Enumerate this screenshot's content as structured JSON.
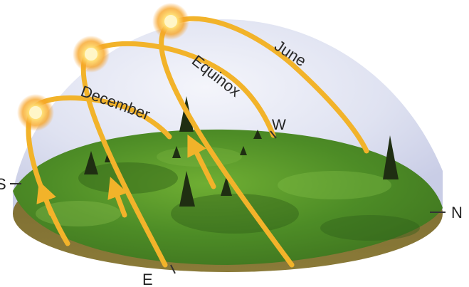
{
  "diagram": {
    "paths": [
      {
        "label": "June"
      },
      {
        "label": "Equinox"
      },
      {
        "label": "December"
      }
    ],
    "compass": {
      "south": "S",
      "east": "E",
      "west": "W",
      "north": "N"
    },
    "colors": {
      "sky_dome": "#e3e6f3",
      "sun_path": "#f2b32a",
      "ground": "#4f8f2a",
      "sun_core": "#fff6c8"
    }
  }
}
